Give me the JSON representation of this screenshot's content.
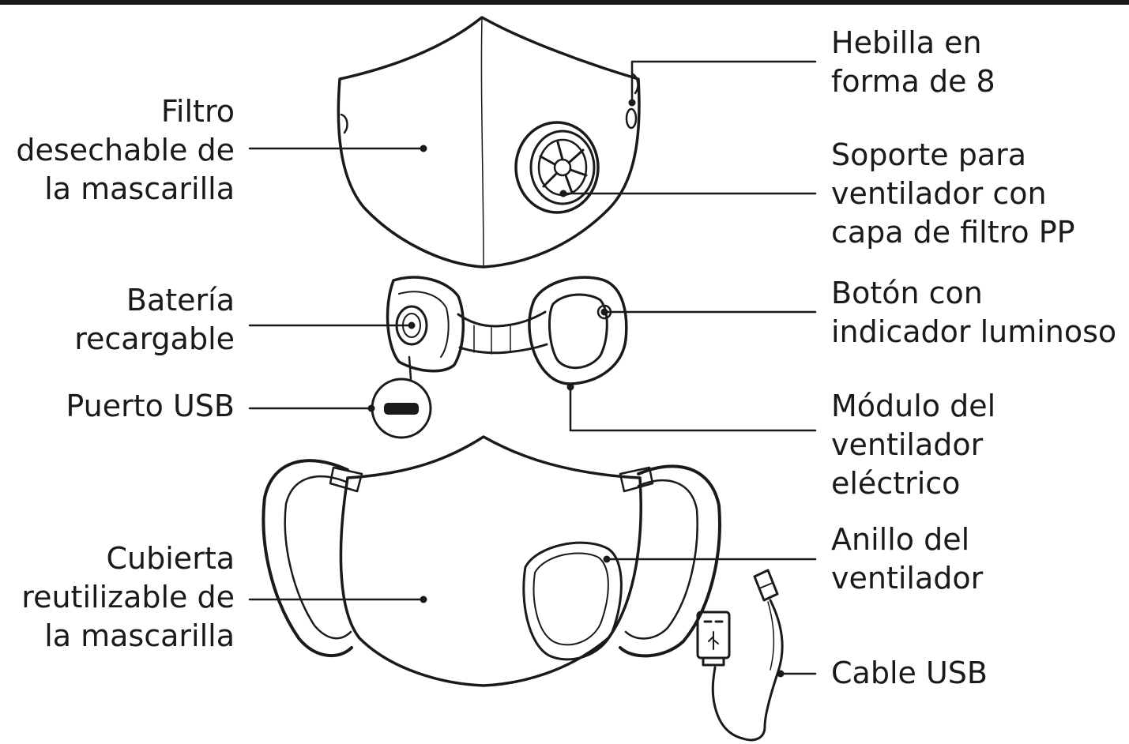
{
  "labels": {
    "filtro": [
      "Filtro",
      "desechable de",
      "la mascarilla"
    ],
    "bateria": [
      "Batería",
      "recargable"
    ],
    "puerto": [
      "Puerto USB"
    ],
    "cubierta": [
      "Cubierta",
      "reutilizable de",
      "la mascarilla"
    ],
    "hebilla": [
      "Hebilla en",
      "forma de 8"
    ],
    "soporte": [
      "Soporte para",
      "ventilador con",
      "capa de filtro PP"
    ],
    "boton": [
      "Botón con",
      "indicador luminoso"
    ],
    "modulo": [
      "Módulo del",
      "ventilador",
      "eléctrico"
    ],
    "anillo": [
      "Anillo del",
      "ventilador"
    ],
    "cable": [
      "Cable USB"
    ]
  },
  "colors": {
    "ink": "#1a1a1a",
    "background": "#ffffff"
  }
}
